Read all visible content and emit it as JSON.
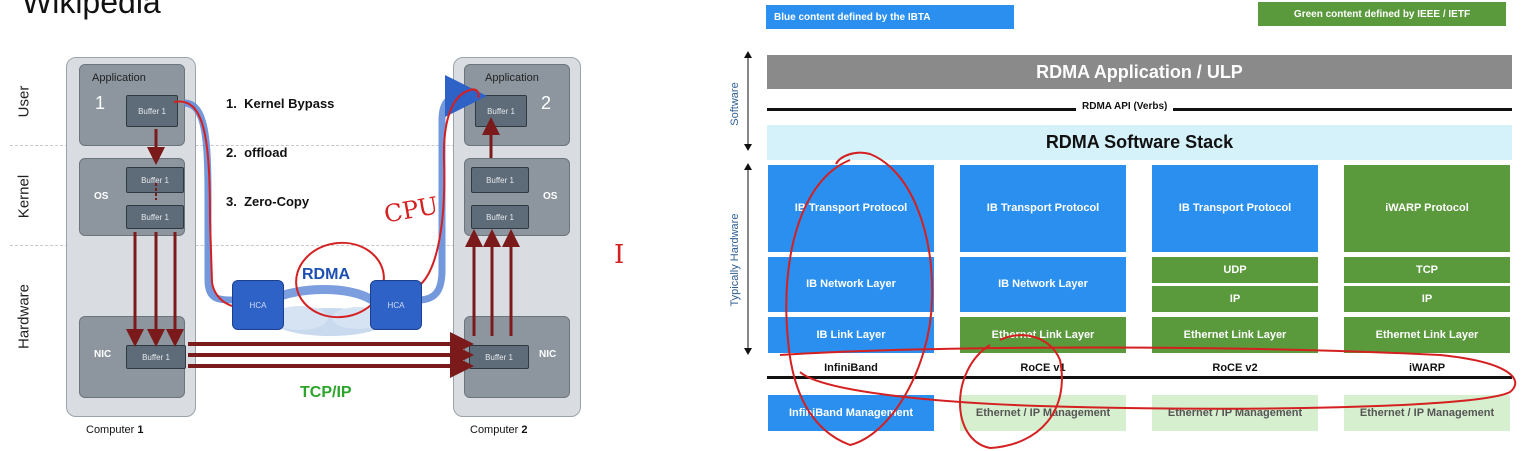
{
  "left_diagram": {
    "header_text": "Wikipedia",
    "row_labels": [
      "User",
      "Kernel",
      "Hardware"
    ],
    "computer1": {
      "application": "Application",
      "number": "1",
      "user_buffer": "Buffer 1",
      "os": "OS",
      "kernel_buffer_top": "Buffer 1",
      "kernel_buffer_bottom": "Buffer 1",
      "nic": "NIC",
      "nic_buffer": "Buffer 1",
      "caption_prefix": "Computer ",
      "caption_number": "1"
    },
    "computer2": {
      "application": "Application",
      "number": "2",
      "user_buffer": "Buffer 1",
      "os": "OS",
      "kernel_buffer_top": "Buffer 1",
      "kernel_buffer_bottom": "Buffer 1",
      "nic": "NIC",
      "nic_buffer": "Buffer 1",
      "caption_prefix": "Computer ",
      "caption_number": "2"
    },
    "features": [
      {
        "num": "1.",
        "text": "Kernel Bypass"
      },
      {
        "num": "2.",
        "text": "offload"
      },
      {
        "num": "3.",
        "text": "Zero-Copy"
      }
    ],
    "rdma_label": "RDMA",
    "hca_left": "HCA",
    "hca_right": "HCA",
    "tcpip_label": "TCP/IP",
    "handwritten_cpu": "CPU",
    "handwritten_cursor": "I"
  },
  "right_diagram": {
    "legend_blue": "Blue content defined by the IBTA",
    "legend_green": "Green content defined by IEEE / IETF",
    "app_layer": "RDMA Application / ULP",
    "api_label": "RDMA API (Verbs)",
    "software_stack": "RDMA Software Stack",
    "side_software": "Software",
    "side_hardware": "Typically Hardware",
    "columns": [
      {
        "transport": "IB Transport Protocol",
        "network": "IB Network Layer",
        "link": "IB Link Layer",
        "name": "InfiniBand",
        "management": "InfiniBand Management"
      },
      {
        "transport": "IB Transport Protocol",
        "network": "IB Network Layer",
        "link": "Ethernet Link Layer",
        "name": "RoCE v1",
        "management": "Ethernet / IP Management"
      },
      {
        "transport": "IB Transport Protocol",
        "network_a": "UDP",
        "network_b": "IP",
        "link": "Ethernet Link Layer",
        "name": "RoCE v2",
        "management": "Ethernet / IP Management"
      },
      {
        "transport": "iWARP Protocol",
        "network_a": "TCP",
        "network_b": "IP",
        "link": "Ethernet Link Layer",
        "name": "iWARP",
        "management": "Ethernet / IP Management"
      }
    ],
    "colors": {
      "ibta_blue": "#2b8fef",
      "ieee_green": "#5a9a3c",
      "light_green": "#d6efcf",
      "app_gray": "#8a8a8a",
      "stack_cyan": "#d5f2fb",
      "annotation_red": "#d42020"
    }
  }
}
